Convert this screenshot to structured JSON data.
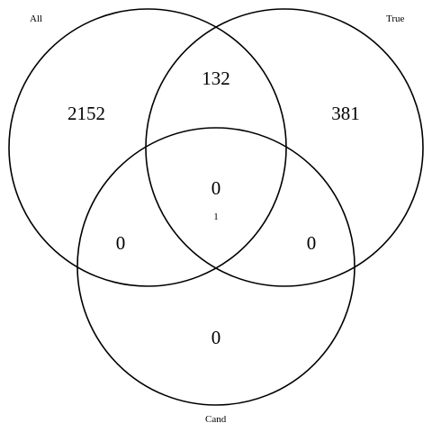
{
  "sets": {
    "all": {
      "label": "All"
    },
    "true": {
      "label": "True"
    },
    "cand": {
      "label": "Cand"
    }
  },
  "regions": {
    "all_only": "2152",
    "true_only": "381",
    "cand_only": "0",
    "all_true": "132",
    "all_cand": "0",
    "true_cand": "0",
    "all_true_cand": "0"
  },
  "note_value": "1",
  "line_color": "#000000"
}
